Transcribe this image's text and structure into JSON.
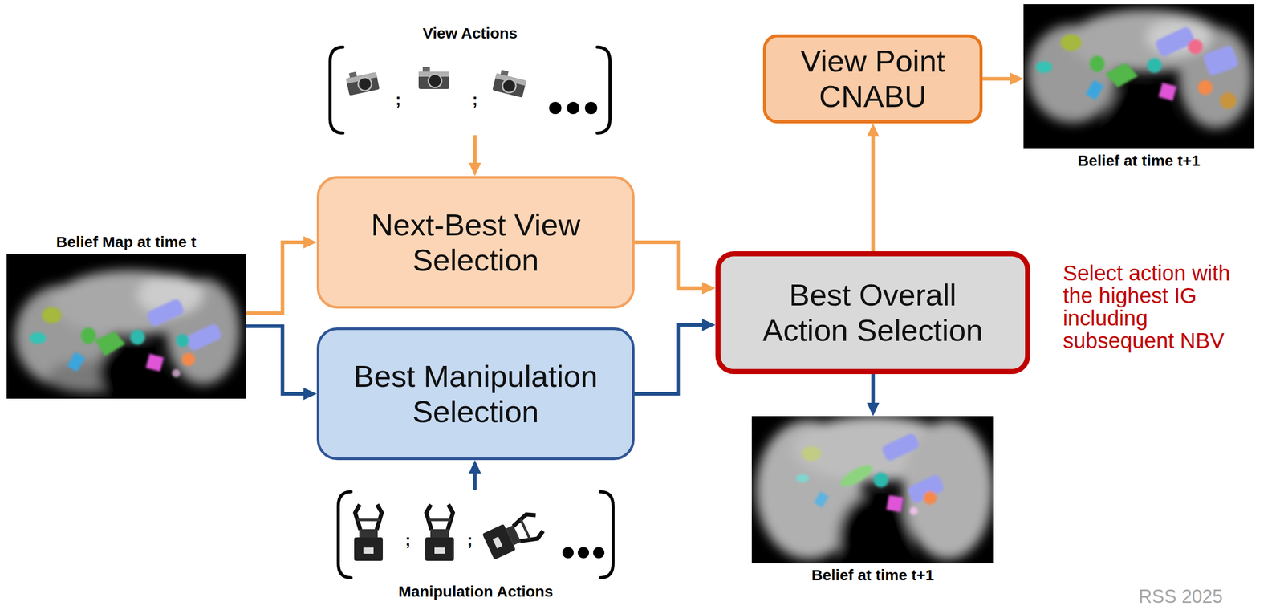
{
  "diagram": {
    "nodes": [
      {
        "text": [
          "Belief Map at time t"
        ]
      },
      {
        "text": [
          "View Actions"
        ]
      },
      {
        "text": [
          "Next-Best View Selection"
        ]
      },
      {
        "text": [
          "Best Manipulation Selection"
        ]
      },
      {
        "text": [
          "Manipulation Actions"
        ]
      },
      {
        "text": [
          "Best Overall Action Selection"
        ]
      },
      {
        "text": [
          "View Point CNABU"
        ]
      },
      {
        "text": [
          "Belief at time t+1"
        ]
      },
      {
        "text": [
          "Belief at time t+1"
        ]
      }
    ],
    "edges": [
      {
        "from": 0,
        "to": 2,
        "arrow": "to"
      },
      {
        "from": 0,
        "to": 3,
        "arrow": "to"
      },
      {
        "from": 1,
        "to": 2,
        "arrow": "to"
      },
      {
        "from": 4,
        "to": 3,
        "arrow": "to"
      },
      {
        "from": 2,
        "to": 5,
        "arrow": "to"
      },
      {
        "from": 3,
        "to": 5,
        "arrow": "to"
      },
      {
        "from": 5,
        "to": 6,
        "arrow": "to"
      },
      {
        "from": 6,
        "to": 7,
        "arrow": "to"
      },
      {
        "from": 5,
        "to": 8,
        "arrow": "to"
      }
    ],
    "labels": [
      ";",
      ";",
      ";",
      ";",
      "Select action with the highest IG including subsequent NBV",
      "RSS 2025"
    ]
  }
}
